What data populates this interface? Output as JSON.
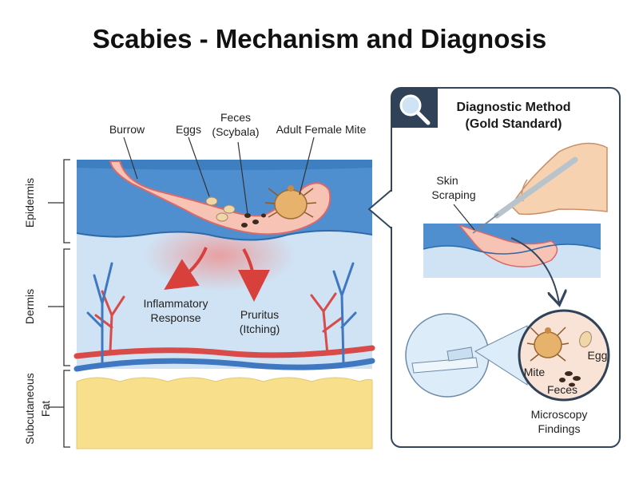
{
  "title": "Scabies - Mechanism and Diagnosis",
  "layers": {
    "epidermis": "Epidermis",
    "dermis": "Dermis",
    "subcutaneous_line1": "Subcutaneous",
    "subcutaneous_line2": "Fat"
  },
  "labels": {
    "burrow": "Burrow",
    "eggs": "Eggs",
    "feces_line1": "Feces",
    "feces_line2": "(Scybala)",
    "adult_mite": "Adult Female Mite",
    "inflammatory_line1": "Inflammatory",
    "inflammatory_line2": "Response",
    "pruritus_line1": "Pruritus",
    "pruritus_line2": "(Itching)"
  },
  "panel": {
    "title_line1": "Diagnostic Method",
    "title_line2": "(Gold Standard)",
    "scraping_line1": "Skin",
    "scraping_line2": "Scraping",
    "mite": "Mite",
    "egg": "Egg",
    "feces": "Feces",
    "findings_line1": "Microscopy",
    "findings_line2": "Findings",
    "icon": "magnifier-icon"
  },
  "colors": {
    "epidermis": "#4f8fd0",
    "dermis": "#cfe3f5",
    "fat": "#f7df8c",
    "burrow": "#f6c3b5",
    "artery": "#d94b48",
    "vein": "#3f78c0",
    "inflammation_arrow": "#d8413b",
    "panel_border": "#34465e"
  }
}
